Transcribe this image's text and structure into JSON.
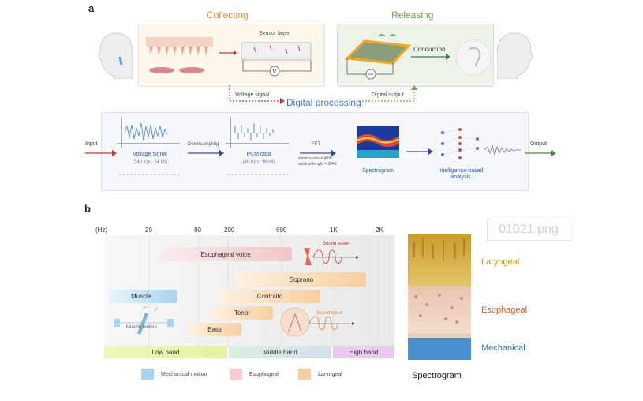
{
  "panel_a": {
    "label": "a",
    "collecting": "Collecting",
    "releasing": "Releasing",
    "sensor_layer": "Sensor layer",
    "conduction": "Conduction",
    "voltage_signal_arrow": "Voltage signal",
    "digital_processing": "Digital processing",
    "digital_output": "Digital output",
    "pipeline": {
      "input": "Input",
      "output": "Output",
      "downsampling": "Downsampling",
      "fft": "FFT",
      "fft_params_1": "window size = 4096",
      "fft_params_2": "window length = 2048",
      "voltage_signal": "Voltage signal",
      "voltage_signal_spec": "(240 Kps, 14 bit)",
      "pcm_data": "PCM data",
      "pcm_spec": "(40 Kps, 16 bit)",
      "spectrogram": "Spectrogram",
      "intelligence_1": "Intelligence-based",
      "intelligence_2": "analysis"
    }
  },
  "panel_b": {
    "label": "b",
    "hz": "(Hz)",
    "freqs": [
      "20",
      "80",
      "200",
      "600",
      "1K",
      "2K"
    ],
    "bars": {
      "esophageal_voice": "Esophageal voice",
      "soprano": "Soprano",
      "muscle": "Muscle",
      "contralto": "Contralto",
      "tenor": "Tenor",
      "bass": "Bass",
      "muscle_motion": "Muscle motion",
      "sound_wave_1": "Sound wave",
      "sound_wave_2": "Sound wave"
    },
    "bands": {
      "low": "Low band",
      "middle": "Middle band",
      "high": "High band"
    },
    "legend": [
      {
        "label": "Mechanical motion",
        "color": "#a9d4ec"
      },
      {
        "label": "Esophageal",
        "color": "#f6cccc"
      },
      {
        "label": "Laryngeal",
        "color": "#f7cf9e"
      }
    ],
    "spectrogram": {
      "laryngeal": "Laryngeal",
      "esophageal": "Esophageal",
      "mechanical": "Mechanical",
      "caption": "Spectrogram"
    },
    "watermark": "01021.png"
  },
  "colors": {
    "collecting": "#e08a3c",
    "releasing": "#6aa84f",
    "digital": "#3d7ad6",
    "laryngeal": "#c8901e",
    "esophageal": "#c0622f",
    "mechanical": "#2f6fb7"
  }
}
